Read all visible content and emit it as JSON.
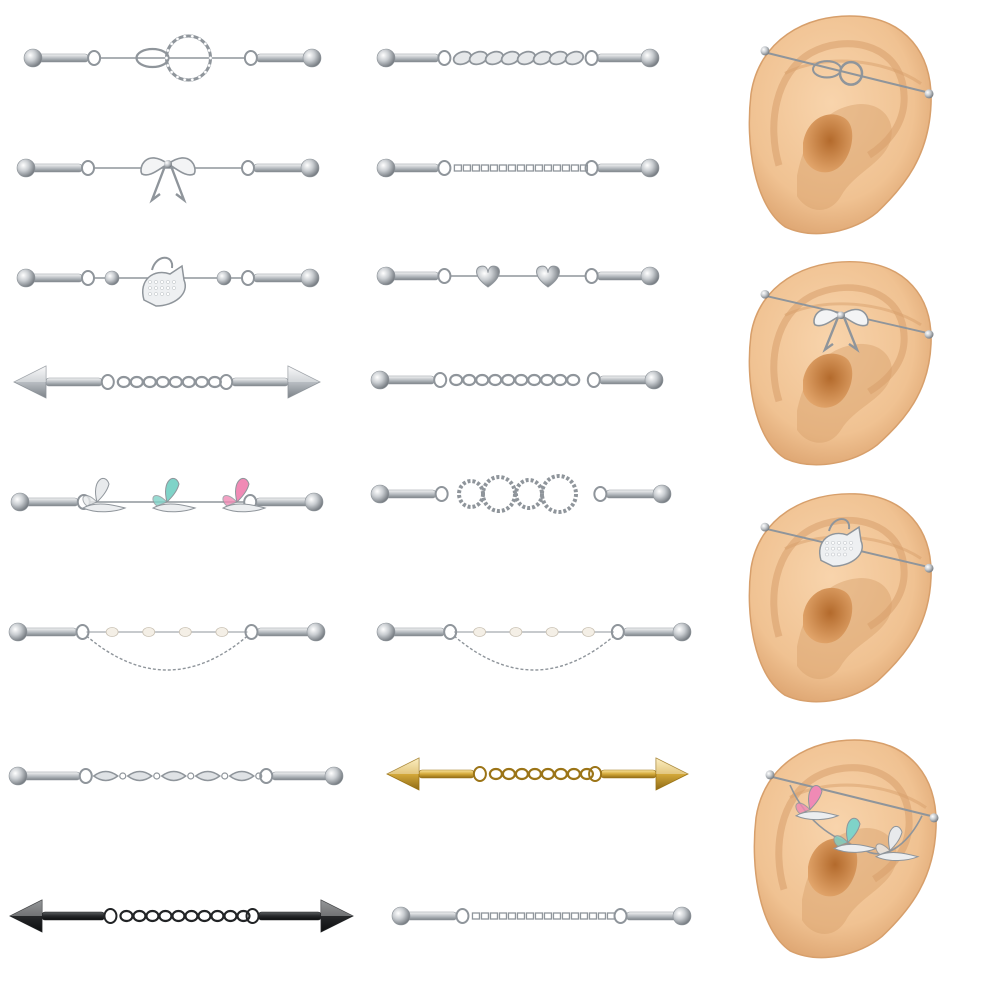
{
  "colors": {
    "background": "#ffffff",
    "silver": "#d9dcdf",
    "silver_dark": "#8f959b",
    "gold": "#d4a93a",
    "gold_dark": "#9b7417",
    "black": "#222426",
    "skin": "#f2c79a",
    "skin_shadow": "#d79f6b",
    "skin_deep": "#c9864d",
    "pearl": "#f4efe6",
    "gem_teal": "#7fd3c8",
    "gem_pink": "#f08ab5"
  },
  "products": [
    {
      "style": "ring-charm",
      "finish": "silver",
      "ends": "ball"
    },
    {
      "style": "curb-chain",
      "finish": "silver",
      "ends": "ball"
    },
    {
      "style": "bow",
      "finish": "silver",
      "ends": "ball"
    },
    {
      "style": "box-chain",
      "finish": "silver",
      "ends": "ball"
    },
    {
      "style": "cat-charm",
      "finish": "silver",
      "ends": "ball"
    },
    {
      "style": "hearts",
      "finish": "silver",
      "ends": "ball"
    },
    {
      "style": "rolo-chain",
      "finish": "silver",
      "ends": "spike"
    },
    {
      "style": "rolo-chain",
      "finish": "silver",
      "ends": "ball"
    },
    {
      "style": "butterflies",
      "finish": "silver",
      "ends": "ball"
    },
    {
      "style": "twisted-rings",
      "finish": "silver",
      "ends": "ball"
    },
    {
      "style": "pearl-drape",
      "finish": "silver",
      "ends": "ball"
    },
    {
      "style": "pearl-drape",
      "finish": "silver",
      "ends": "ball"
    },
    {
      "style": "twist-links",
      "finish": "silver",
      "ends": "ball"
    },
    {
      "style": "rolo-chain",
      "finish": "gold",
      "ends": "spike"
    },
    {
      "style": "rolo-chain",
      "finish": "black",
      "ends": "spike"
    },
    {
      "style": "box-chain",
      "finish": "silver",
      "ends": "ball"
    }
  ],
  "ear_models": [
    {
      "worn_style": "ring-charm"
    },
    {
      "worn_style": "bow"
    },
    {
      "worn_style": "cat-charm"
    },
    {
      "worn_style": "butterflies"
    }
  ]
}
